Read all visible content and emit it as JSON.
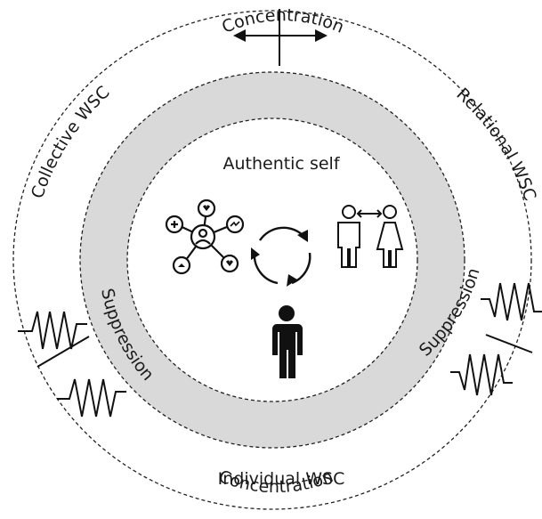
{
  "labels": {
    "top_band": "Concentration",
    "bottom_band": "Concentration",
    "left_band": "Suppression",
    "right_band": "Suppression",
    "center": "Authentic self",
    "outer_left": "Collective WSC",
    "outer_right": "Relational WSC",
    "outer_bottom": "Individual WSC"
  },
  "icons": [
    "network-icon",
    "cycle-arrows-icon",
    "man-woman-exchange-icon",
    "person-icon",
    "double-arrow-icon",
    "zigzag-spring-icon"
  ],
  "colors": {
    "band": "#d9d9d9",
    "stroke": "#222222",
    "ink": "#111111"
  }
}
